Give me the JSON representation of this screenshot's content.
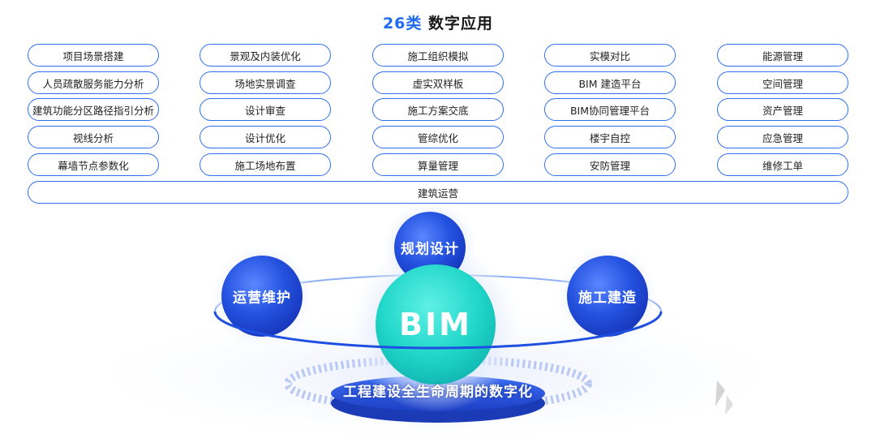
{
  "header": {
    "count": "26类",
    "title": "数字应用"
  },
  "apps": [
    [
      "项目场景搭建",
      "景观及内装优化",
      "施工组织模拟",
      "实模对比",
      "能源管理"
    ],
    [
      "人员疏散服务能力分析",
      "场地实景调查",
      "虚实双样板",
      "BIM 建造平台",
      "空间管理"
    ],
    [
      "建筑功能分区路径指引分析",
      "设计审查",
      "施工方案交底",
      "BIM协同管理平台",
      "资产管理"
    ],
    [
      "视线分析",
      "设计优化",
      "管综优化",
      "楼宇自控",
      "应急管理"
    ],
    [
      "幕墙节点参数化",
      "施工场地布置",
      "算量管理",
      "安防管理",
      "维修工单"
    ]
  ],
  "wide_app": "建筑运营",
  "diagram": {
    "center": "BIM",
    "top": "规划设计",
    "left": "运营维护",
    "right": "施工建造",
    "base": "工程建设全生命周期的数字化"
  },
  "colors": {
    "accent": "#1e6bf0",
    "pill_border": "#2f6ff0",
    "center_teal": "#1fd6c8",
    "bubble_blue": "#2452e0"
  }
}
